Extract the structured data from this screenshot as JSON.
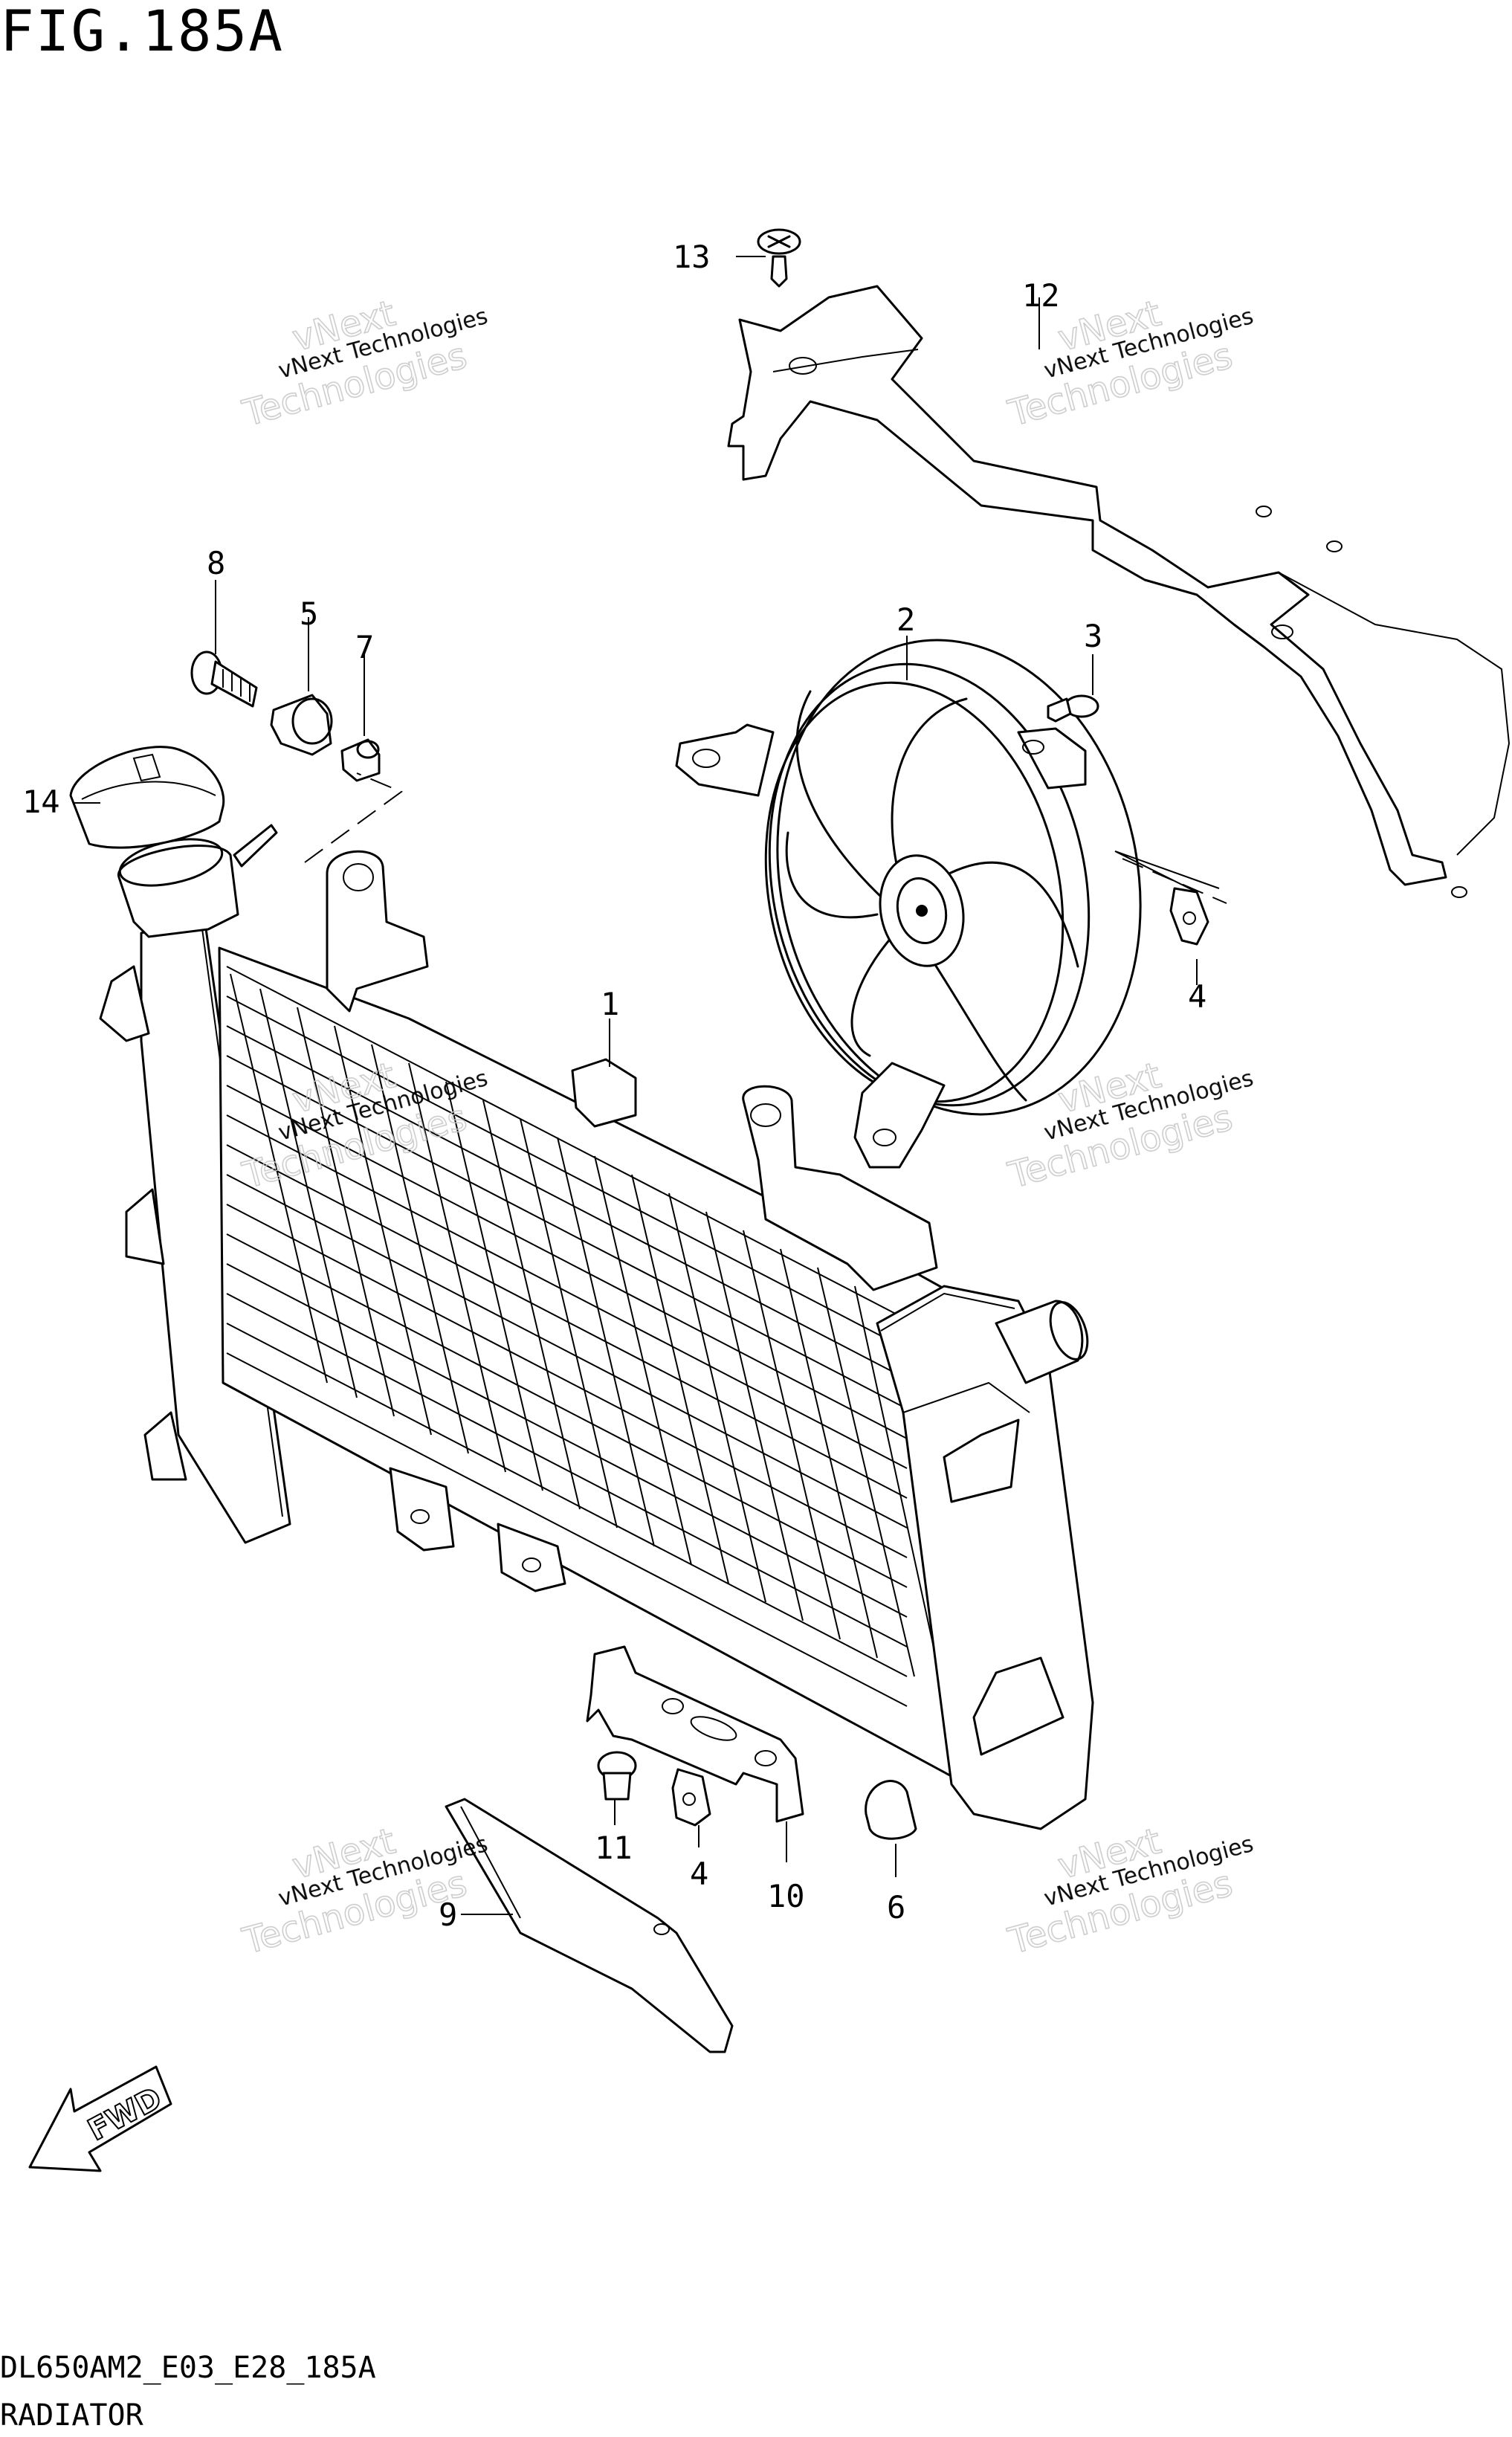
{
  "figure": {
    "title": "FIG.185A",
    "code": "DL650AM2_E03_E28_185A",
    "name": "RADIATOR"
  },
  "watermark": {
    "line1": "vNext Technologies",
    "line2": "vNext",
    "line3": "Technologies"
  },
  "fwd_label": "FWD",
  "callouts": [
    {
      "id": "1",
      "label": "1"
    },
    {
      "id": "2",
      "label": "2"
    },
    {
      "id": "3",
      "label": "3"
    },
    {
      "id": "4a",
      "label": "4"
    },
    {
      "id": "4b",
      "label": "4"
    },
    {
      "id": "5",
      "label": "5"
    },
    {
      "id": "6",
      "label": "6"
    },
    {
      "id": "7",
      "label": "7"
    },
    {
      "id": "8",
      "label": "8"
    },
    {
      "id": "9",
      "label": "9"
    },
    {
      "id": "10",
      "label": "10"
    },
    {
      "id": "11",
      "label": "11"
    },
    {
      "id": "12",
      "label": "12"
    },
    {
      "id": "13",
      "label": "13"
    },
    {
      "id": "14",
      "label": "14"
    }
  ]
}
